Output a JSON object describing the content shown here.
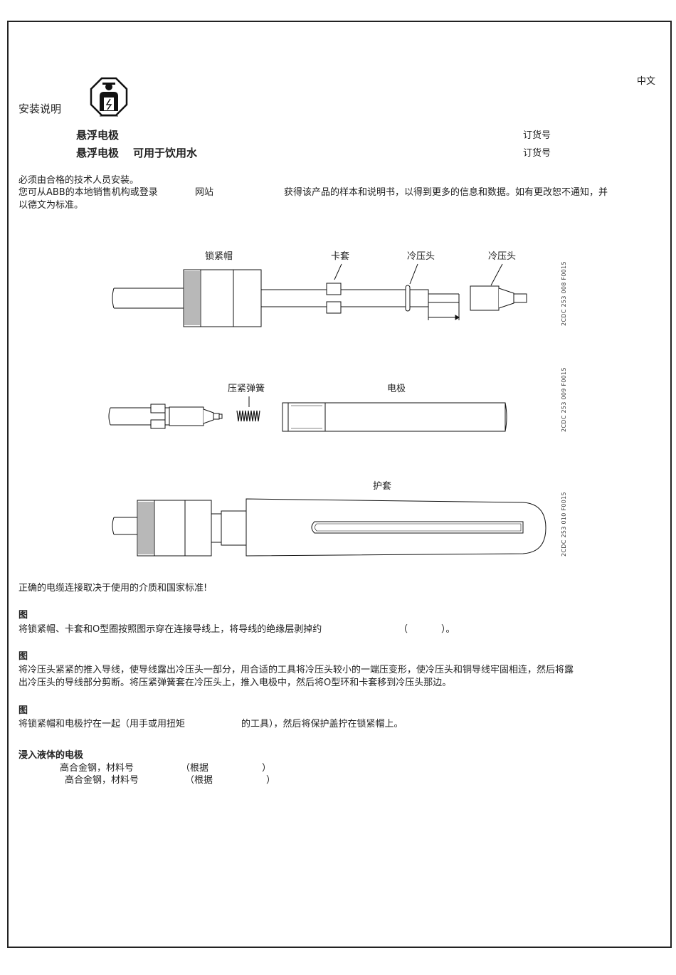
{
  "header": {
    "language": "中文",
    "doc_type": "安装说明",
    "product_1": "悬浮电极",
    "product_2_a": "悬浮电极",
    "product_2_b": "可用于饮用水",
    "order_no_1": "订货号",
    "order_no_2": "订货号"
  },
  "intro": {
    "line1": "必须由合格的技术人员安装。",
    "line2_a": "您可从ABB的本地销售机构或登录",
    "line2_b": "网站",
    "line2_c": "获得该产品的样本和说明书，以得到更多的信息和数据。如有更改恕不通知，并",
    "line3": "以德文为标准。"
  },
  "fig1": {
    "label_locknut": "锁紧帽",
    "label_sleeve": "卡套",
    "label_crimp1": "冷压头",
    "label_crimp2": "冷压头",
    "code": "2CDC 253 008 F0015"
  },
  "fig2": {
    "label_spring": "压紧弹簧",
    "label_electrode": "电极",
    "code": "2CDC 253 009 F0015"
  },
  "fig3": {
    "label_guard": "护套",
    "code": "2CDC 253 010 F0015"
  },
  "body": {
    "note": "正确的电缆连接取决于使用的介质和国家标准!",
    "s1_head": "图",
    "s1_text_a": "将锁紧帽、卡套和O型圈按照图示穿在连接导线上，将导线的绝缘层剥掉约",
    "s1_text_b": "（",
    "s1_text_c": "）。",
    "s2_head": "图",
    "s2_line1": "将冷压头紧紧的推入导线，使导线露出冷压头一部分，用合适的工具将冷压头较小的一端压变形，使冷压头和铜导线牢固相连，然后将露",
    "s2_line2": "出冷压头的导线部分剪断。将压紧弹簧套在冷压头上，推入电极中，然后将O型环和卡套移到冷压头那边。",
    "s3_head": "图",
    "s3_text_a": "将锁紧帽和电极拧在一起（用手或用扭矩",
    "s3_text_b": "的工具），然后将保护盖拧在锁紧帽上。",
    "s4_head": "浸入液体的电极",
    "s4_line1_a": "高合金钢，材料号",
    "s4_line1_b": "（根据",
    "s4_line1_c": "）",
    "s4_line2_a": "高合金钢，材料号",
    "s4_line2_b": "（根据",
    "s4_line2_c": "）"
  }
}
